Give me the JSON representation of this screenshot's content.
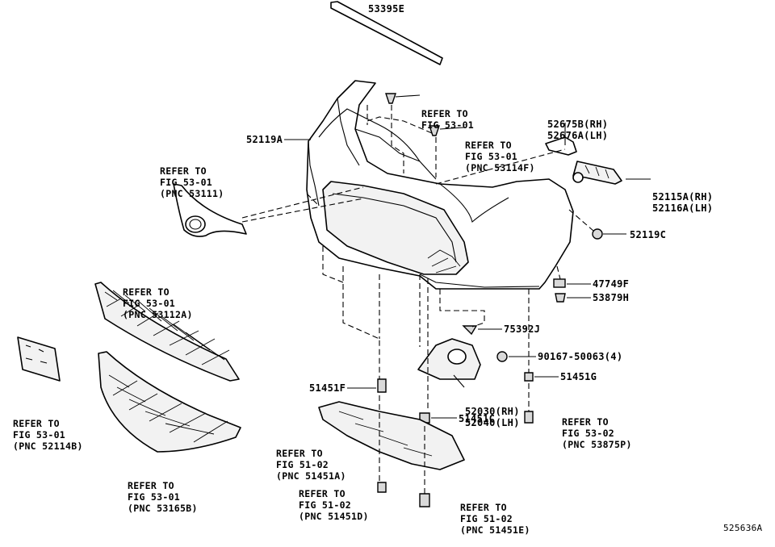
{
  "labels": {
    "p53395e": "53395E",
    "ref_top_a": "REFER TO",
    "ref_top_b": "FIG 53-01",
    "ref_mid_a": "REFER TO",
    "ref_mid_b": "FIG 53-01",
    "ref_mid_c": "(PNC 53114F)",
    "p52675b": "52675B(RH)",
    "p52676a": "52676A(LH)",
    "p52119a": "52119A",
    "ref_left_a": "REFER TO",
    "ref_left_b": "FIG 53-01",
    "ref_left_c": "(PNC 53111)",
    "p52115a": "52115A(RH)",
    "p52116a": "52116A(LH)",
    "p52119c": "52119C",
    "ref_grille_a": "REFER TO",
    "ref_grille_b": "FIG 53-01",
    "ref_grille_c": "(PNC 53112A)",
    "p47749f": "47749F",
    "p53879h": "53879H",
    "p75392j": "75392J",
    "p90167": "90167-50063(4)",
    "p51451g": "51451G",
    "p51451f": "51451F",
    "p52030": "52030(RH)",
    "p52040": "52040(LH)",
    "ref_plate_a": "REFER TO",
    "ref_plate_b": "FIG 53-01",
    "ref_plate_c": "(PNC 52114B)",
    "ref_rt_a": "REFER TO",
    "ref_rt_b": "FIG 53-02",
    "ref_rt_c": "(PNC 53875P)",
    "p51451c": "51451C",
    "ref_cov_a": "REFER TO",
    "ref_cov_b": "FIG 51-02",
    "ref_cov_c": "(PNC 51451A)",
    "ref_lgr_a": "REFER TO",
    "ref_lgr_b": "FIG 53-01",
    "ref_lgr_c": "(PNC 53165B)",
    "ref_d_a": "REFER TO",
    "ref_d_b": "FIG 51-02",
    "ref_d_c": "(PNC 51451D)",
    "ref_e_a": "REFER TO",
    "ref_e_b": "FIG 51-02",
    "ref_e_c": "(PNC 51451E)",
    "diagram_id": "525636A"
  }
}
